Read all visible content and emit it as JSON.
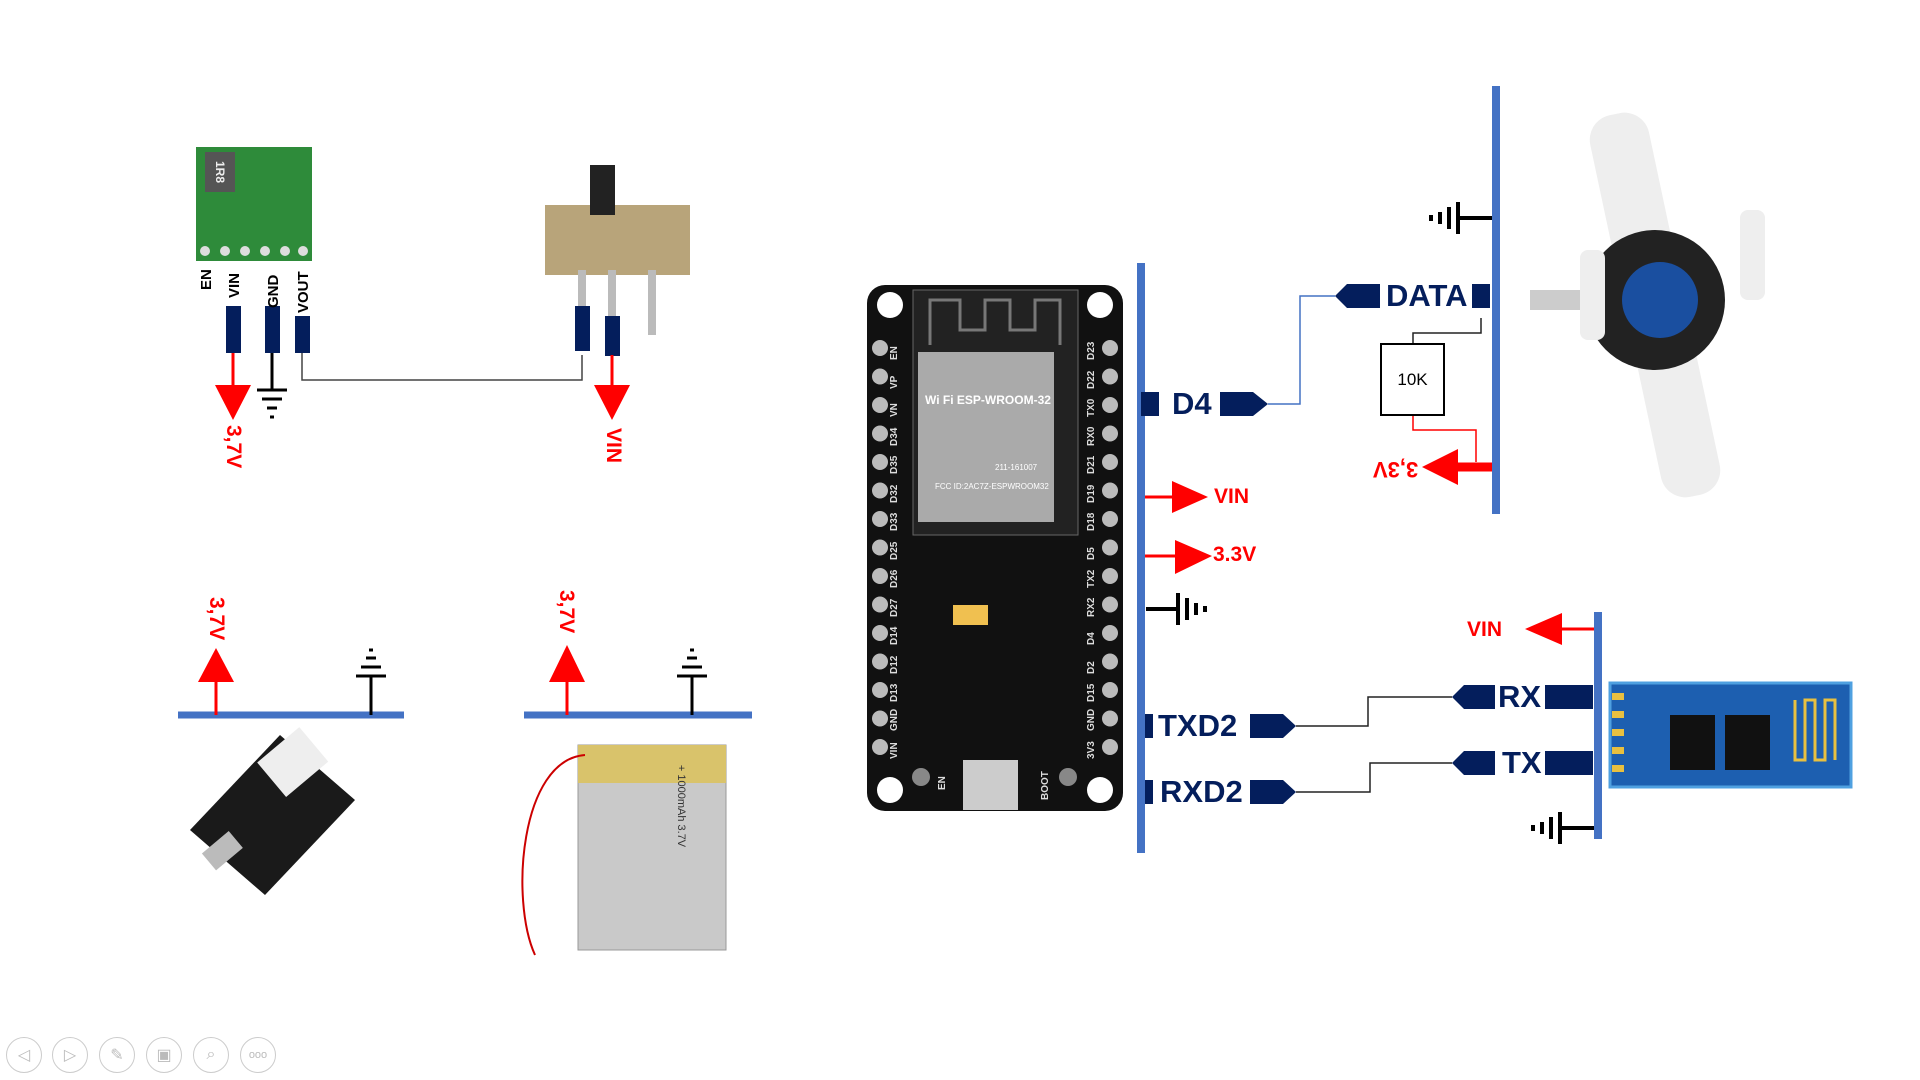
{
  "regulator": {
    "pins": [
      "EN",
      "VIN",
      "GND",
      "VOUT"
    ],
    "out_label": "3,7V",
    "mark": "1R8"
  },
  "switch": {
    "out_label": "VIN"
  },
  "charger": {
    "label": "3,7V"
  },
  "battery": {
    "label": "3,7V",
    "print": "+ 1000mAh 3.7V"
  },
  "esp32": {
    "module": "ESP-WROOM-32",
    "wifi": "Wi Fi",
    "fcc": "FCC ID:2AC7Z-ESPWROOM32",
    "cert": "211-161007",
    "left_pins": [
      "EN",
      "VP",
      "VN",
      "D34",
      "D35",
      "D32",
      "D33",
      "D25",
      "D26",
      "D27",
      "D14",
      "D12",
      "D13",
      "GND",
      "VIN"
    ],
    "right_pins": [
      "D23",
      "D22",
      "TX0",
      "RX0",
      "D21",
      "D19",
      "D18",
      "D5",
      "TX2",
      "RX2",
      "D4",
      "D2",
      "D15",
      "GND",
      "3V3"
    ],
    "buttons": [
      "EN",
      "BOOT"
    ]
  },
  "esp_bus": {
    "d4": "D4",
    "vin": "VIN",
    "v33": "3.3V",
    "txd2": "TXD2",
    "rxd2": "RXD2"
  },
  "flow_sensor": {
    "data": "DATA",
    "resistor": "10K",
    "v33": "3,3V"
  },
  "bluetooth": {
    "vin": "VIN",
    "rx": "RX",
    "tx": "TX"
  },
  "colors": {
    "navy": "#041e5c",
    "red": "#ff0000",
    "bus": "#4472c4"
  },
  "toolbar": {
    "icons": [
      "previous-icon",
      "next-icon",
      "pen-icon",
      "slides-icon",
      "zoom-icon",
      "more-icon"
    ],
    "more": "ooo"
  }
}
